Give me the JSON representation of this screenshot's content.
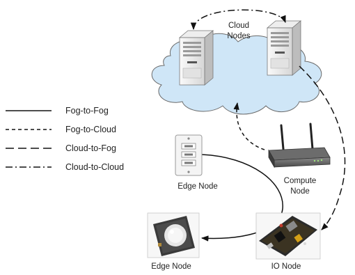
{
  "cloud": {
    "label_line1": "Cloud",
    "label_line2": "Nodes"
  },
  "legend": {
    "items": [
      {
        "label": "Fog-to-Fog",
        "style": "solid"
      },
      {
        "label": "Fog-to-Cloud",
        "style": "short-dash"
      },
      {
        "label": "Cloud-to-Fog",
        "style": "long-dash"
      },
      {
        "label": "Cloud-to-Cloud",
        "style": "dash-dot"
      }
    ]
  },
  "nodes": {
    "edge_top": {
      "label": "Edge Node",
      "icon": "light-switch-icon"
    },
    "compute": {
      "label_line1": "Compute",
      "label_line2": "Node",
      "icon": "router-icon"
    },
    "edge_bottom": {
      "label": "Edge Node",
      "icon": "camera-sensor-icon"
    },
    "io": {
      "label": "IO Node",
      "icon": "circuit-board-icon"
    }
  },
  "colors": {
    "cloud_fill": "#cfe6f7",
    "cloud_stroke": "#6a6a6a",
    "line": "#111111"
  }
}
